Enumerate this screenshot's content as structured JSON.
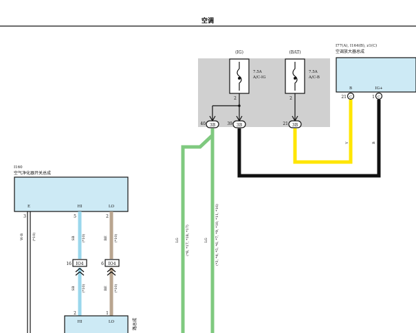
{
  "header": {
    "title": "空调"
  },
  "fuse_box": {
    "fuses": [
      {
        "group": "(IG)",
        "rating": "7.5A",
        "name": "A/C-IG",
        "pin": "2"
      },
      {
        "group": "(BAT)",
        "rating": "7.5A",
        "name": "A/C-B",
        "pin": "2"
      }
    ],
    "connectors": [
      {
        "pin": "40",
        "code": "3B"
      },
      {
        "pin": "39",
        "code": "3B"
      },
      {
        "pin": "21",
        "code": "3B"
      }
    ]
  },
  "amplifier": {
    "code": "I77(A), I164(B), z1(C)",
    "name": "空调放大器总成",
    "terminals": [
      {
        "label": "B",
        "pin": "21",
        "conn": "C"
      },
      {
        "label": "IG+",
        "pin": "1",
        "conn": "C"
      }
    ]
  },
  "ion_switch": {
    "code": "I160",
    "name": "空气净化器开关总成",
    "terminals": [
      {
        "label": "E",
        "pin": "3"
      },
      {
        "label": "HI",
        "pin": "5"
      },
      {
        "label": "LO",
        "pin": "2"
      }
    ]
  },
  "lower_module": {
    "name": "路总成",
    "terminals": [
      {
        "label": "HI",
        "pin": "2"
      },
      {
        "label": "LO",
        "pin": "1"
      }
    ]
  },
  "inline_connectors": [
    {
      "pin": "16",
      "code": "IO4"
    },
    {
      "pin": "6",
      "code": "IO4"
    }
  ],
  "wires": {
    "yellow": {
      "color_code": "Y",
      "hex": "#ffe600"
    },
    "black": {
      "color_code": "B",
      "hex": "#111111"
    },
    "green_a": {
      "color_code": "LG",
      "hex": "#7fc97f",
      "note": "(*8, *17, *18, *17)"
    },
    "green_b": {
      "color_code": "LG",
      "hex": "#7fc97f",
      "note": "(*3, *4, *5, *6, *7, *9, *10, *11, *16)"
    },
    "sb_upper": {
      "color_code": "SB",
      "hex": "#9ad7ec",
      "note": "(*10)"
    },
    "sb_lower": {
      "color_code": "SB",
      "hex": "#9ad7ec",
      "note": "(*10)"
    },
    "be_upper": {
      "color_code": "BE",
      "hex": "#b9a58f",
      "note": "(*10)"
    },
    "be_lower": {
      "color_code": "BE",
      "hex": "#b9a58f",
      "note": "(*10)"
    },
    "ground": {
      "color_code": "W-B",
      "hex": "#111111",
      "note": "(*10)"
    }
  },
  "colors": {
    "module_fill": "#cdeaf5",
    "fuse_box_fill": "#d0d0d0",
    "line": "#111111"
  }
}
